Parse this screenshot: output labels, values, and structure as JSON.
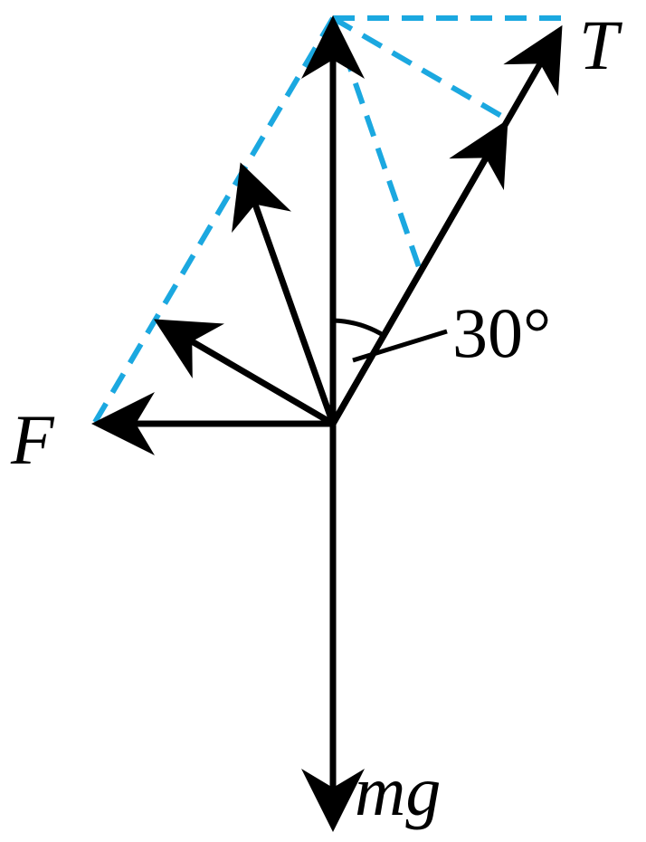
{
  "figure": {
    "labels": {
      "tension": "T",
      "applied_force": "F",
      "weight": "mg",
      "angle": "30°"
    },
    "colors": {
      "vector": "#000000",
      "construction_line": "#1BA8E0"
    }
  }
}
